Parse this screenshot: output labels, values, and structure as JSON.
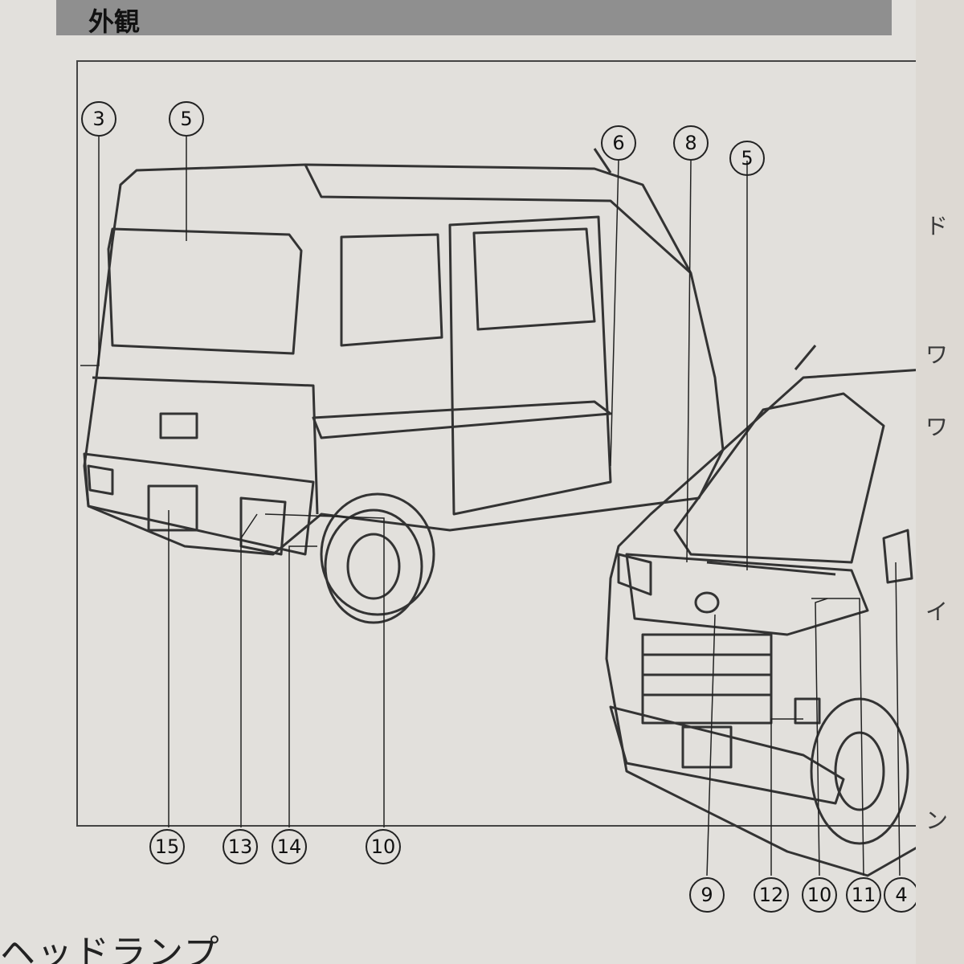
{
  "section_title": "外観",
  "footer_heading": "ヘッドランプ",
  "side_text": [
    "ド",
    "ワ",
    "ワ",
    "イ",
    "ン"
  ],
  "callouts": {
    "rear_top": [
      "3",
      "5"
    ],
    "front_top": [
      "6",
      "8",
      "5"
    ],
    "rear_bottom": [
      "15",
      "13",
      "14",
      "10"
    ],
    "front_bottom": [
      "9",
      "12",
      "10",
      "11",
      "4"
    ]
  }
}
